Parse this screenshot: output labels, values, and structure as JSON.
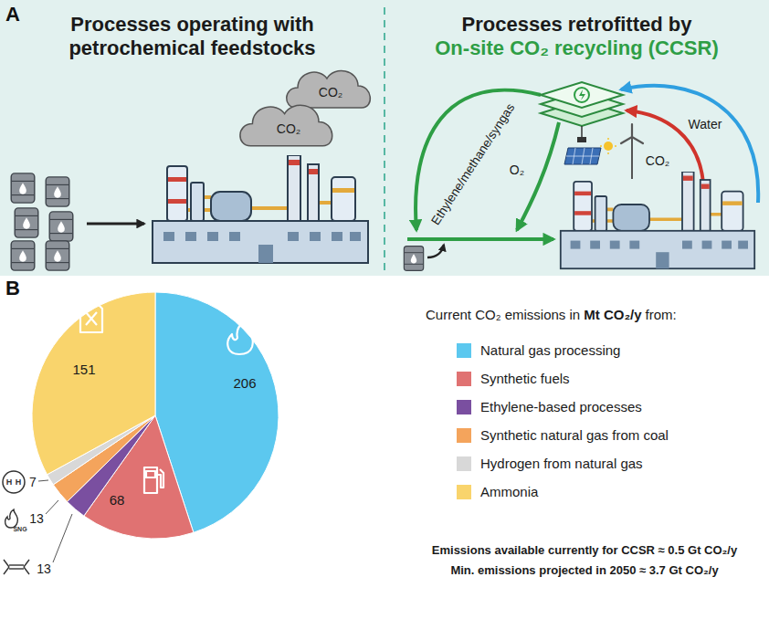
{
  "diagram": {
    "nodes": [
      {
        "text": [
          "Processes operating with petrochemical feedstocks"
        ]
      },
      {
        "text": [
          "Processes retrofitted by",
          "On-site CO₂ recycling (CCSR)"
        ]
      }
    ],
    "labels": [
      "A",
      "CO₂",
      "CO₂",
      "Ethylene/methane/syngas",
      "O₂",
      "Water",
      "CO₂",
      "B",
      "151",
      "206",
      "68",
      "H",
      "H",
      "7",
      "SNG",
      "13",
      "13",
      "Current CO₂ emissions in",
      "Mt CO₂/y",
      "from:",
      "Emissions available currently for CCSR ≈ 0.5 Gt CO₂/y",
      "Min. emissions projected in 2050 ≈ 3.7 Gt CO₂/y"
    ],
    "legend": [
      {
        "text": "Natural gas processing",
        "color": "#5cc8ef"
      },
      {
        "text": "Synthetic fuels",
        "color": "#e07272"
      },
      {
        "text": "Ethylene-based processes",
        "color": "#7a4fa0"
      },
      {
        "text": "Synthetic natural gas from coal",
        "color": "#f4a45c"
      },
      {
        "text": "Hydrogen from natural gas",
        "color": "#d8d8d8"
      },
      {
        "text": "Ammonia",
        "color": "#f9d46c"
      }
    ]
  }
}
